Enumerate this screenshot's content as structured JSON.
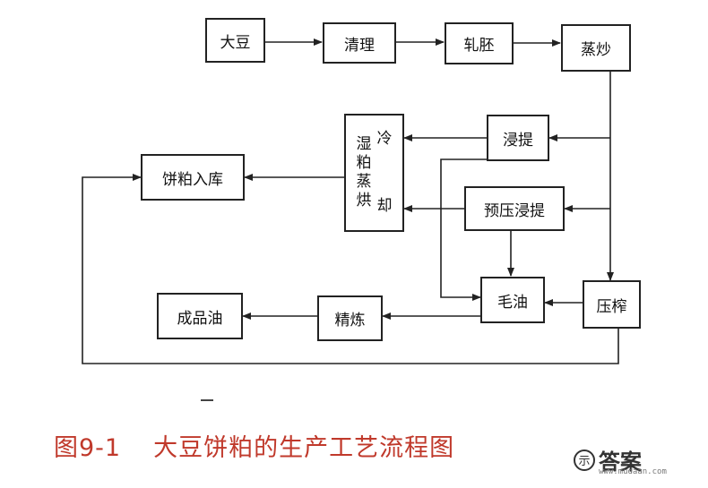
{
  "nodes": {
    "soybean": "大豆",
    "cleaning": "清理",
    "flaking": "轧胚",
    "steam_fry": "蒸炒",
    "extraction": "浸提",
    "prepress_extraction": "预压浸提",
    "wet_meal_col1": [
      "湿",
      "粕",
      "蒸",
      "烘"
    ],
    "wet_meal_col2": [
      "冷",
      "却"
    ],
    "meal_storage": "饼粕入库",
    "press": "压榨",
    "crude_oil": "毛油",
    "refining": "精炼",
    "finished_oil": "成品油"
  },
  "caption": {
    "number": "图9-1",
    "title": "大豆饼粕的生产工艺流程图"
  },
  "watermark": {
    "logo": "示",
    "text": "答案",
    "url": "www.mudaan.com"
  },
  "colors": {
    "line": "#222222",
    "caption": "#c0392b"
  }
}
